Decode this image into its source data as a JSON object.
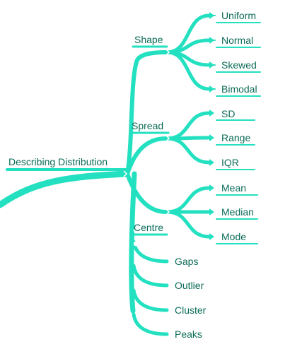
{
  "theme": {
    "branch_color": "#22e0c0",
    "text_color": "#0b6b58",
    "background": "#ffffff"
  },
  "root": {
    "label": "Describing Distribution"
  },
  "groups": [
    {
      "label": "Shape",
      "children": [
        "Uniform",
        "Normal",
        "Skewed",
        "Bimodal"
      ]
    },
    {
      "label": "Spread",
      "children": [
        "SD",
        "Range",
        "IQR"
      ]
    },
    {
      "label": "Centre",
      "children": [
        "Mean",
        "Median",
        "Mode"
      ]
    }
  ],
  "extra_children": [
    "Gaps",
    "Outlier",
    "Cluster",
    "Peaks"
  ]
}
